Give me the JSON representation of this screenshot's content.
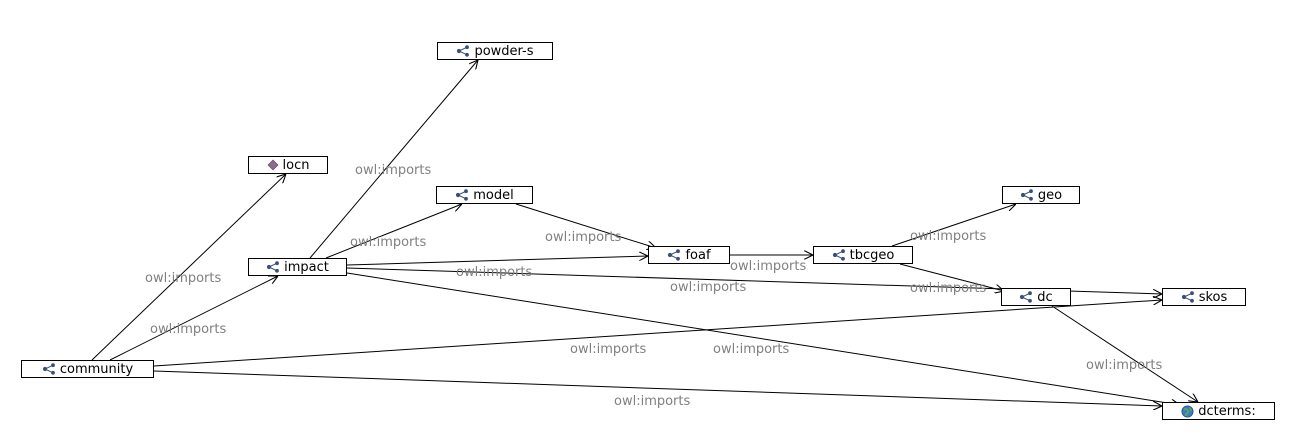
{
  "nodes": [
    {
      "id": "powder-s",
      "label": "powder-s",
      "icon": "ontology-icon"
    },
    {
      "id": "locn",
      "label": "locn",
      "icon": "diamond-icon"
    },
    {
      "id": "model",
      "label": "model",
      "icon": "ontology-icon"
    },
    {
      "id": "impact",
      "label": "impact",
      "icon": "ontology-icon"
    },
    {
      "id": "foaf",
      "label": "foaf",
      "icon": "ontology-icon"
    },
    {
      "id": "tbcgeo",
      "label": "tbcgeo",
      "icon": "ontology-icon"
    },
    {
      "id": "geo",
      "label": "geo",
      "icon": "ontology-icon"
    },
    {
      "id": "dc",
      "label": "dc",
      "icon": "ontology-icon"
    },
    {
      "id": "skos",
      "label": "skos",
      "icon": "ontology-icon"
    },
    {
      "id": "community",
      "label": "community",
      "icon": "ontology-icon"
    },
    {
      "id": "dcterms",
      "label": "dcterms:",
      "icon": "globe-icon"
    }
  ],
  "edges": [
    {
      "from": "community",
      "to": "locn",
      "label": "owl:imports"
    },
    {
      "from": "community",
      "to": "impact",
      "label": "owl:imports"
    },
    {
      "from": "community",
      "to": "skos",
      "label": "owl:imports"
    },
    {
      "from": "community",
      "to": "dcterms",
      "label": "owl:imports"
    },
    {
      "from": "impact",
      "to": "powder-s",
      "label": "owl:imports"
    },
    {
      "from": "impact",
      "to": "model",
      "label": "owl:imports"
    },
    {
      "from": "impact",
      "to": "foaf",
      "label": "owl:imports"
    },
    {
      "from": "impact",
      "to": "skos",
      "label": "owl:imports"
    },
    {
      "from": "impact",
      "to": "dcterms",
      "label": "owl:imports"
    },
    {
      "from": "model",
      "to": "foaf",
      "label": "owl:imports"
    },
    {
      "from": "foaf",
      "to": "tbcgeo",
      "label": "owl:imports"
    },
    {
      "from": "tbcgeo",
      "to": "geo",
      "label": "owl:imports"
    },
    {
      "from": "tbcgeo",
      "to": "dc",
      "label": "owl:imports"
    },
    {
      "from": "dc",
      "to": "dcterms",
      "label": "owl:imports"
    }
  ],
  "colors": {
    "edge": "#000000",
    "label": "#808080",
    "ontology_icon": "#3a4f7a",
    "diamond_icon": "#8c6b8c",
    "globe_icon": "#3b7dc4"
  }
}
